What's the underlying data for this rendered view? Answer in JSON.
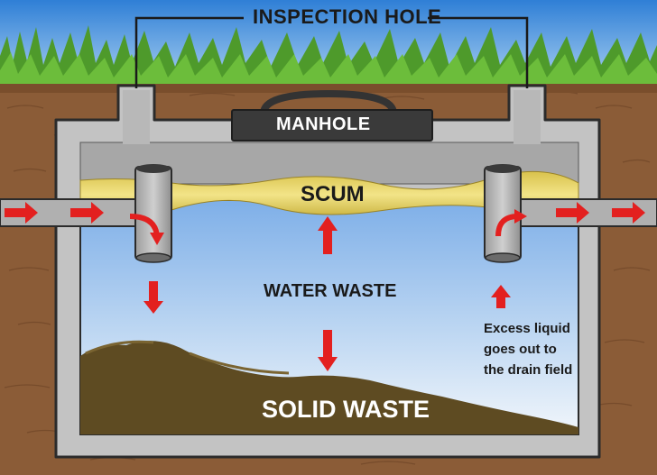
{
  "labels": {
    "inspection_hole": "INSPECTION HOLE",
    "manhole": "MANHOLE",
    "scum": "SCUM",
    "water_waste": "WATER WASTE",
    "solid_waste": "SOLID WASTE",
    "excess_liquid": [
      "Excess liquid",
      "goes out to",
      "the drain field"
    ]
  },
  "colors": {
    "sky": "#3f8ddb",
    "grass": "#4f9a2c",
    "soil": "#8a5a36",
    "concrete": "#c4c4c4",
    "scum": "#e9d76a",
    "water_top": "#87b6ec",
    "water_bottom": "#eef4fb",
    "sludge": "#5c4a22",
    "arrow": "#e51f1f",
    "manhole": "#3a3a3a"
  }
}
